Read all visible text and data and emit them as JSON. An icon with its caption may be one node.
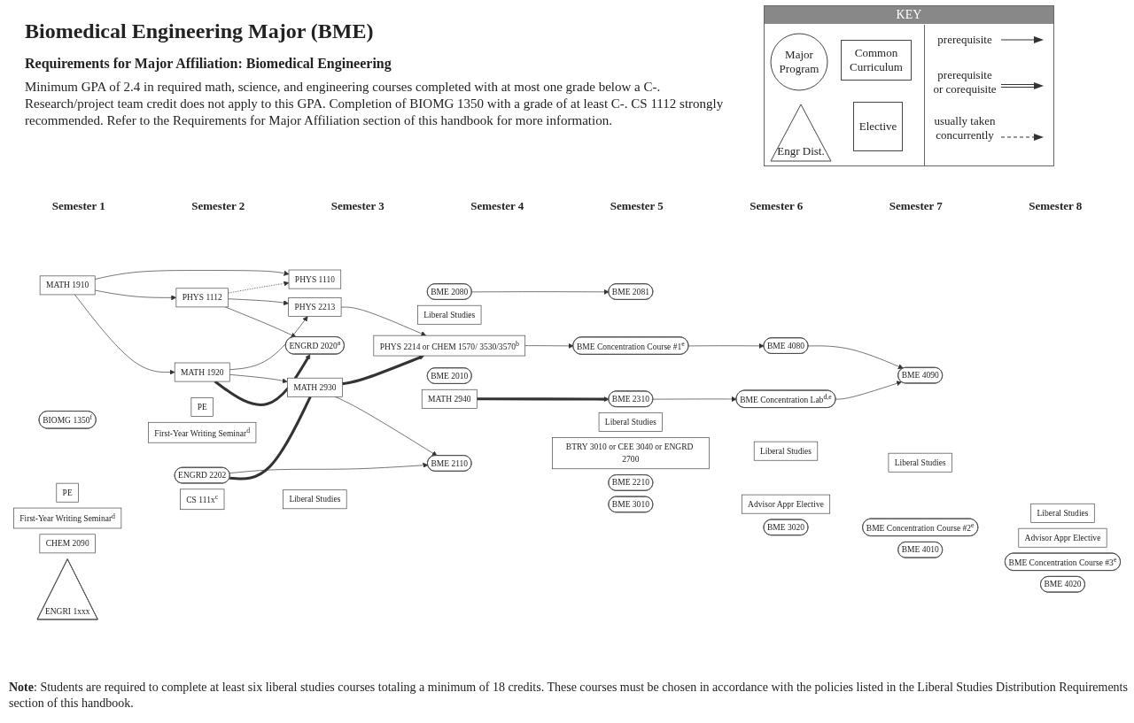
{
  "diagram": {
    "title": "Biomedical Engineering Major (BME)",
    "nodes": [
      {
        "text": [
          "BIOMG 1350$^{f}$"
        ]
      },
      {
        "text": [
          "ENGRI 1xxx"
        ]
      },
      {
        "text": [
          "MATH 1910"
        ]
      },
      {
        "text": [
          "CHEM 2090"
        ]
      },
      {
        "text": [
          "First-Year Writing Seminar$^{d}$"
        ]
      },
      {
        "text": [
          "PE"
        ]
      },
      {
        "text": [
          "CS 111x$^{c}$"
        ]
      },
      {
        "text": [
          "MATH 1920"
        ]
      },
      {
        "text": [
          "PHYS 1112"
        ]
      },
      {
        "text": [
          "PHYS 1110"
        ]
      },
      {
        "text": [
          "First-Year Writing Seminar$^{d}$"
        ]
      },
      {
        "text": [
          "PE"
        ]
      },
      {
        "text": [
          "ENGRD 2020$^{a}$"
        ]
      },
      {
        "text": [
          "ENGRD 2202"
        ]
      },
      {
        "text": [
          "MATH 2930"
        ]
      },
      {
        "text": [
          "PHYS 2213"
        ]
      },
      {
        "text": [
          "Liberal Studies"
        ]
      },
      {
        "text": [
          "BME 2110"
        ]
      },
      {
        "text": [
          "MATH 2940"
        ]
      },
      {
        "text": [
          "BME 2010"
        ]
      },
      {
        "text": [
          "PHYS 2214 or CHEM 1570/ 3530/3570$^{b}$"
        ]
      },
      {
        "text": [
          "Liberal Studies"
        ]
      },
      {
        "text": [
          "BME 2080"
        ]
      },
      {
        "text": [
          "BME 3010"
        ]
      },
      {
        "text": [
          "BME 2210"
        ]
      },
      {
        "text": [
          "BME 2310"
        ]
      },
      {
        "text": [
          "BTRY 3010 or CEE 3040 or ENGRD 2700"
        ]
      },
      {
        "text": [
          "Liberal Studies"
        ]
      },
      {
        "text": [
          "BME 2081"
        ]
      },
      {
        "text": [
          "BME 3020"
        ]
      },
      {
        "text": [
          "BME Concentration Course #1$^{e}$"
        ]
      },
      {
        "text": [
          "Advisor Appr Elective"
        ]
      },
      {
        "text": [
          "Liberal Studies"
        ]
      },
      {
        "text": [
          "BME 4010"
        ]
      },
      {
        "text": [
          "BME 4080"
        ]
      },
      {
        "text": [
          "BME Concentration Lab$^{d,e}$"
        ]
      },
      {
        "text": [
          "BME Concentration Course #2$^{e}$"
        ]
      },
      {
        "text": [
          "Liberal Studies"
        ]
      },
      {
        "text": [
          "BME 4020"
        ]
      },
      {
        "text": [
          "BME 4090"
        ]
      },
      {
        "text": [
          "BME Concentration Course #3$^{e}$"
        ]
      },
      {
        "text": [
          "Advisor Appr Elective"
        ]
      },
      {
        "text": [
          "Liberal Studies"
        ]
      }
    ],
    "edges": [
      {
        "from": 2,
        "to": 7,
        "arrow": "to"
      },
      {
        "from": 2,
        "to": 8,
        "arrow": "to"
      },
      {
        "from": 2,
        "to": 9,
        "arrow": "to"
      },
      {
        "from": 7,
        "to": 12,
        "arrow": "to",
        "style": "thick"
      },
      {
        "from": 8,
        "to": 12,
        "arrow": "to"
      },
      {
        "from": 7,
        "to": 14,
        "arrow": "to"
      },
      {
        "from": 7,
        "to": 15,
        "arrow": "to"
      },
      {
        "from": 8,
        "to": 15,
        "arrow": "to"
      },
      {
        "from": 8,
        "to": 9,
        "arrow": "to",
        "style": "dashed"
      },
      {
        "from": 13,
        "to": 14,
        "arrow": "none",
        "style": "thick"
      },
      {
        "from": 13,
        "to": 17,
        "arrow": "to"
      },
      {
        "from": 14,
        "to": 17,
        "arrow": "to"
      },
      {
        "from": 14,
        "to": 20,
        "arrow": "to",
        "style": "thick"
      },
      {
        "from": 15,
        "to": 20,
        "arrow": "to"
      },
      {
        "from": 18,
        "to": 25,
        "arrow": "to",
        "style": "thick"
      },
      {
        "from": 20,
        "to": 30,
        "arrow": "to"
      },
      {
        "from": 25,
        "to": 35,
        "arrow": "to"
      },
      {
        "from": 30,
        "to": 34,
        "arrow": "to"
      },
      {
        "from": 34,
        "to": 39,
        "arrow": "to"
      },
      {
        "from": 35,
        "to": 39,
        "arrow": "to"
      },
      {
        "from": 22,
        "to": 28,
        "arrow": "to"
      }
    ],
    "labels": [
      "Requirements for Major Affiliation:  Biomedical Engineering",
      "Minimum GPA of  2.4 in required math, science, and engineering courses completed with at most one grade below a C-. Research/project team credit does not apply to this GPA. Completion of BIOMG 1350 with a grade of at least C-. CS 1112 strongly recommended. Refer to the Requirements for Major Affiliation section of this handbook for more information.",
      "KEY",
      "Semester 1",
      "Semester 2",
      "Semester 3",
      "Semester 4",
      "Semester 5",
      "Semester 6",
      "Semester 7",
      "Semester 8",
      "**Note**: Students are required to complete at least six liberal studies courses totaling a minimum of 18 credits.  These courses must be chosen in accordance with the policies listed in the Liberal Studies Distribution Requirements section of this handbook."
    ],
    "legend": [
      {
        "text": "Major Program"
      },
      {
        "text": "Common Curriculum"
      },
      {
        "text": "Engr Dist."
      },
      {
        "text": "Elective"
      },
      {
        "text": "prerequisite"
      },
      {
        "text": "prerequisite or corequisite"
      },
      {
        "text": "usually taken concurrently"
      }
    ]
  }
}
